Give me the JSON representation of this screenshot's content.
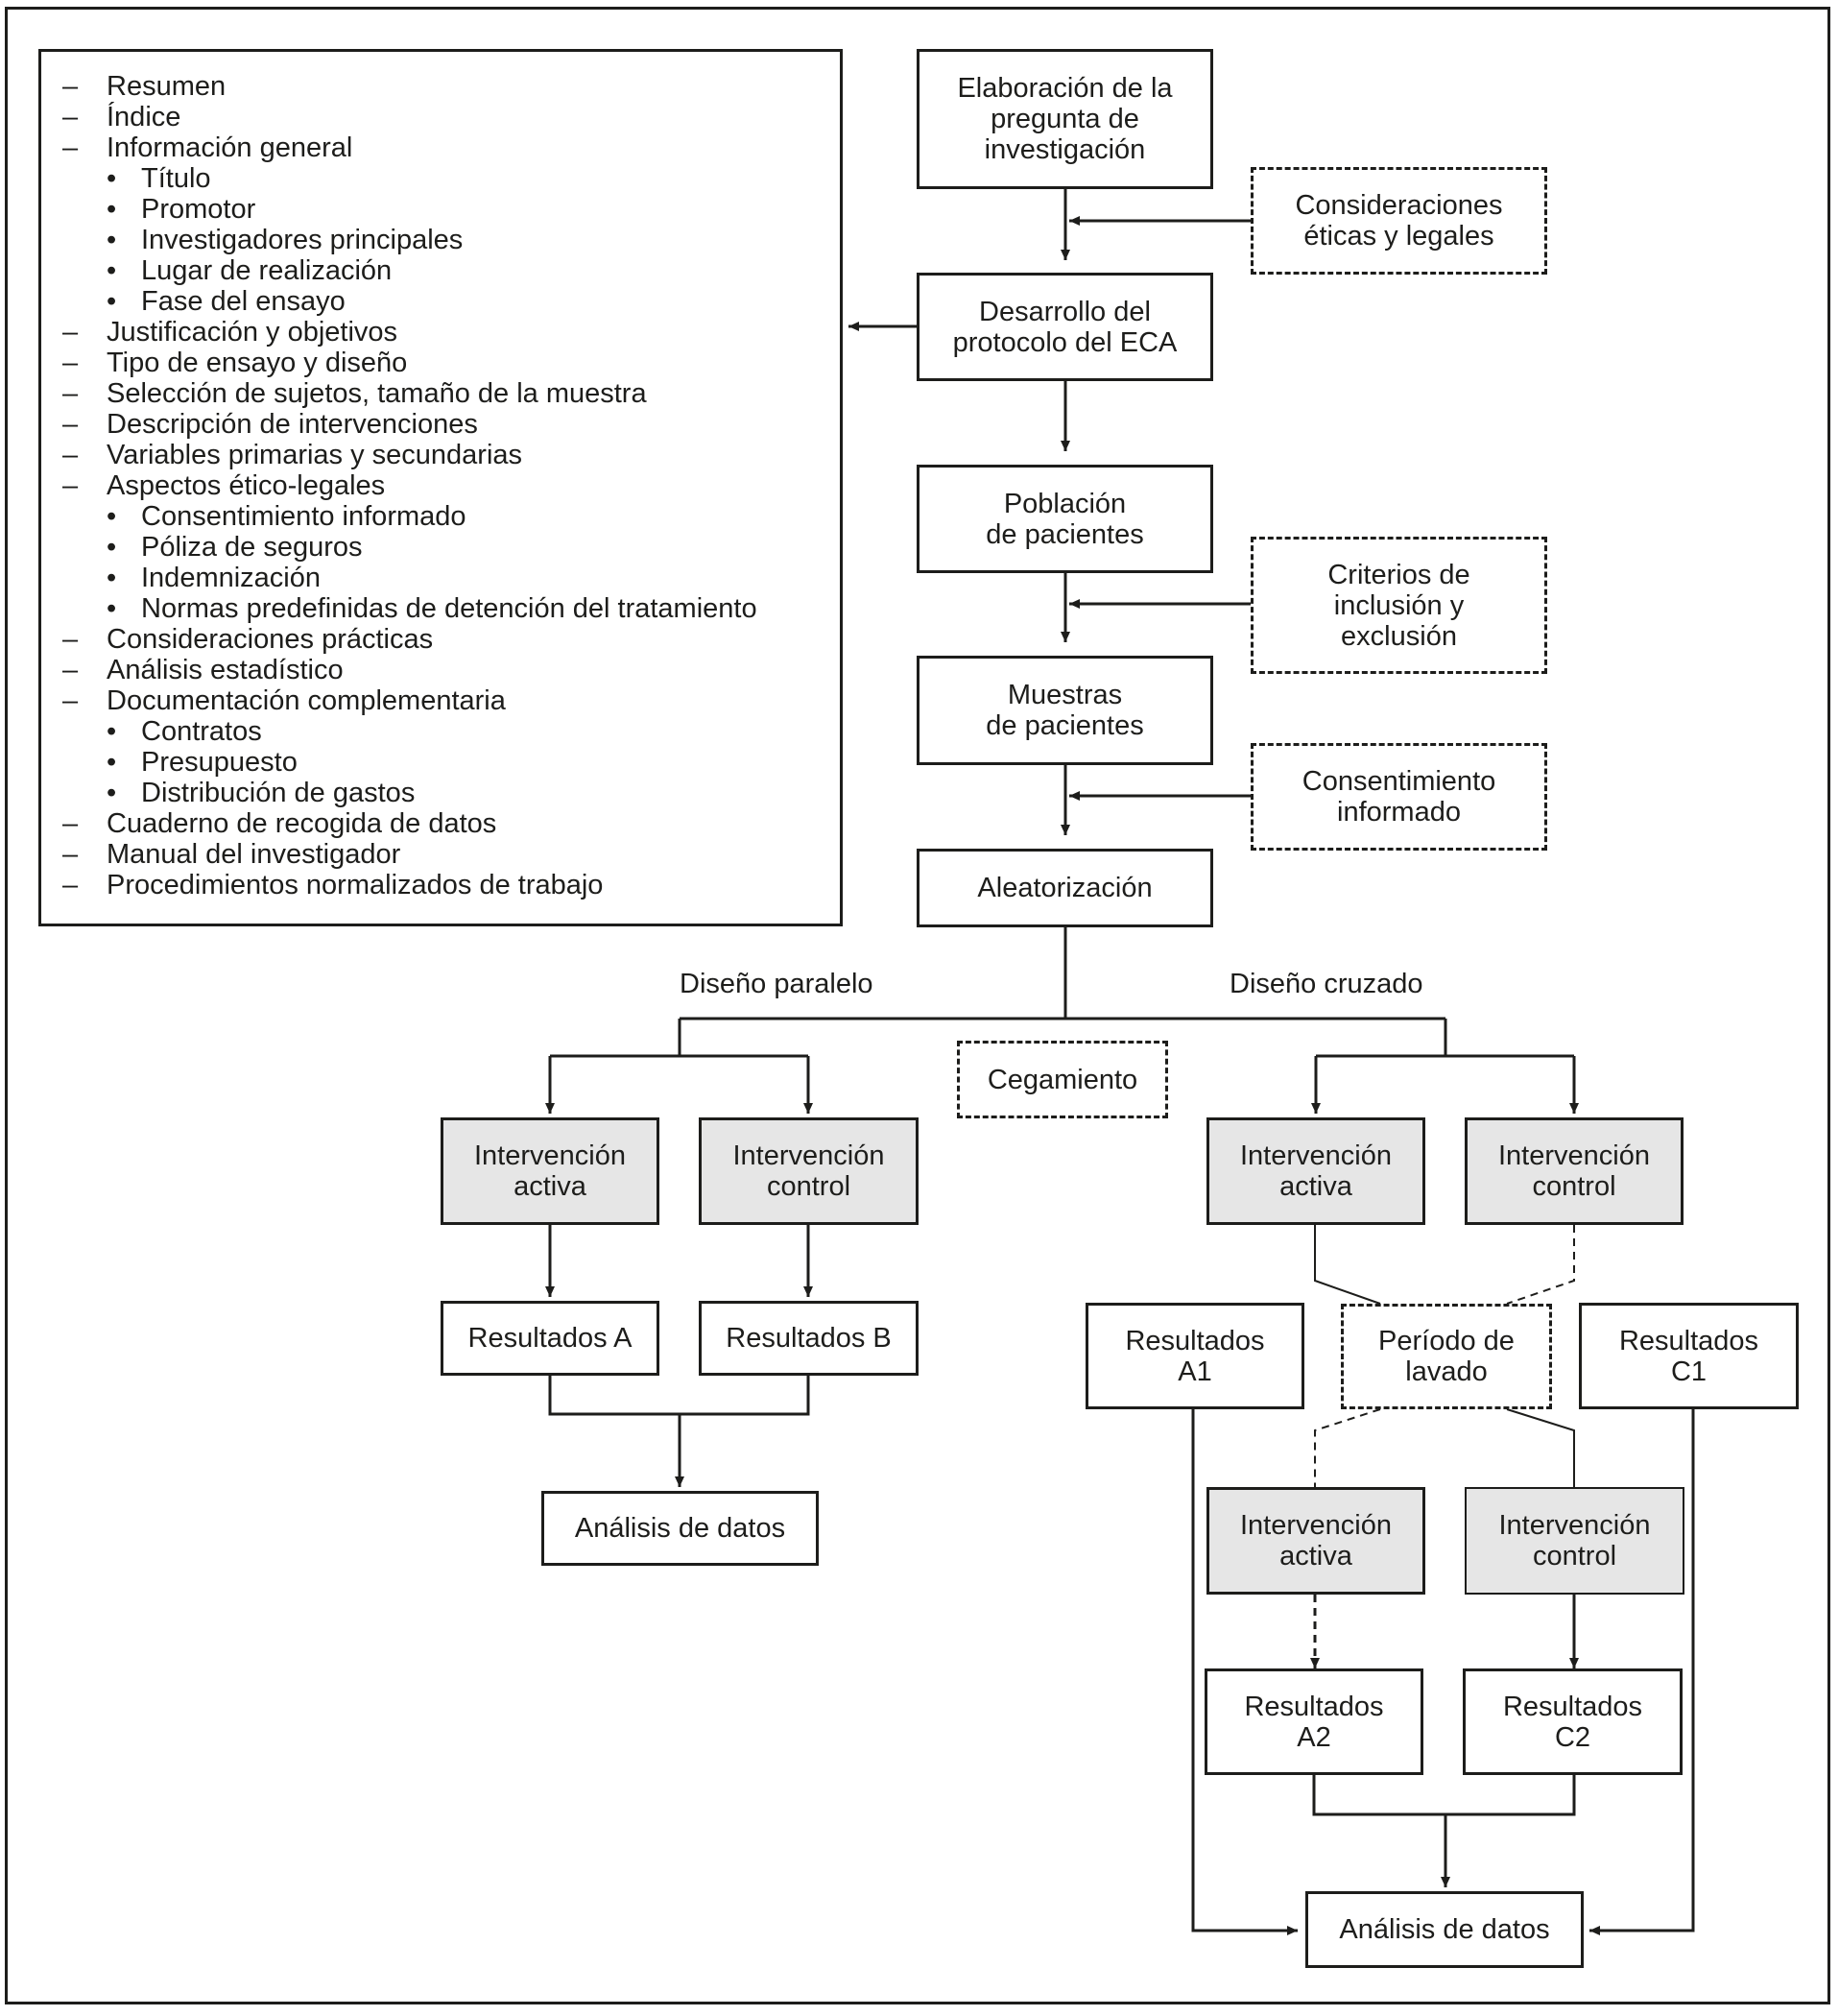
{
  "contents_list": [
    {
      "level": 1,
      "text": "Resumen"
    },
    {
      "level": 1,
      "text": "Índice"
    },
    {
      "level": 1,
      "text": "Información general"
    },
    {
      "level": 2,
      "text": "Título"
    },
    {
      "level": 2,
      "text": "Promotor"
    },
    {
      "level": 2,
      "text": "Investigadores principales"
    },
    {
      "level": 2,
      "text": "Lugar de realización"
    },
    {
      "level": 2,
      "text": "Fase del ensayo"
    },
    {
      "level": 1,
      "text": "Justificación y objetivos"
    },
    {
      "level": 1,
      "text": "Tipo de ensayo y diseño"
    },
    {
      "level": 1,
      "text": "Selección de sujetos, tamaño de la muestra"
    },
    {
      "level": 1,
      "text": "Descripción de intervenciones"
    },
    {
      "level": 1,
      "text": "Variables primarias y secundarias"
    },
    {
      "level": 1,
      "text": "Aspectos ético-legales"
    },
    {
      "level": 2,
      "text": "Consentimiento informado"
    },
    {
      "level": 2,
      "text": "Póliza de seguros"
    },
    {
      "level": 2,
      "text": "Indemnización"
    },
    {
      "level": 2,
      "text": "Normas predefinidas de detención del tratamiento"
    },
    {
      "level": 1,
      "text": "Consideraciones prácticas"
    },
    {
      "level": 1,
      "text": "Análisis estadístico"
    },
    {
      "level": 1,
      "text": "Documentación complementaria"
    },
    {
      "level": 2,
      "text": "Contratos"
    },
    {
      "level": 2,
      "text": "Presupuesto"
    },
    {
      "level": 2,
      "text": "Distribución de gastos"
    },
    {
      "level": 1,
      "text": "Cuaderno de recogida de datos"
    },
    {
      "level": 1,
      "text": "Manual del investigador"
    },
    {
      "level": 1,
      "text": "Procedimientos normalizados de trabajo"
    }
  ],
  "markers": {
    "dash": "–",
    "bullet": "•"
  },
  "flow": {
    "pregunta": "Elaboración de la\npregunta de\ninvestigación",
    "eticas": "Consideraciones\néticas y legales",
    "protocolo": "Desarrollo del\nprotocolo del ECA",
    "poblacion": "Población\nde pacientes",
    "criterios": "Criterios de\ninclusión y\nexclusión",
    "muestras": "Muestras\nde pacientes",
    "consentimiento": "Consentimiento\ninformado",
    "aleatorizacion": "Aleatorización",
    "cegamiento": "Cegamiento",
    "lavado": "Período de\nlavado"
  },
  "parallel": {
    "label": "Diseño paralelo",
    "activa": "Intervención\nactiva",
    "control": "Intervención\ncontrol",
    "res_a": "Resultados A",
    "res_b": "Resultados B",
    "analisis": "Análisis de datos"
  },
  "crossover": {
    "label": "Diseño cruzado",
    "activa_1": "Intervención\nactiva",
    "control_1": "Intervención\ncontrol",
    "res_a1": "Resultados\nA1",
    "res_c1": "Resultados\nC1",
    "activa_2": "Intervención\nactiva",
    "control_2": "Intervención\ncontrol",
    "res_a2": "Resultados\nA2",
    "res_c2": "Resultados\nC2",
    "analisis": "Análisis de datos"
  }
}
